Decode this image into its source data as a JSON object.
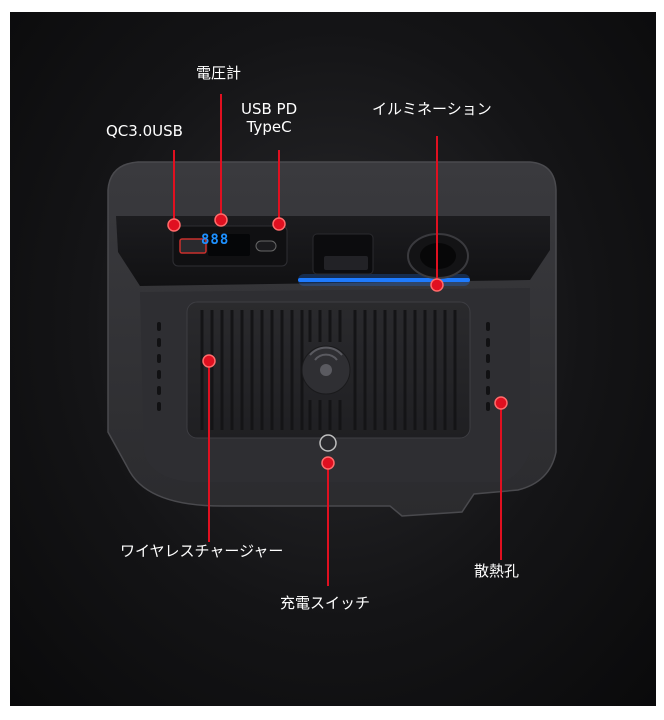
{
  "labels": {
    "voltmeter": "電圧計",
    "usb_pd_line1": "USB PD",
    "usb_pd_line2": "TypeC",
    "qc_usb": "QC3.0USB",
    "illumination": "イルミネーション",
    "wireless_charger": "ワイヤレスチャージャー",
    "vent": "散熱孔",
    "charge_switch": "充電スイッチ"
  },
  "display": {
    "voltage_digits": "888"
  },
  "colors": {
    "marker": "#e01020",
    "accent_glow": "#1e7bff",
    "display": "#1e90ff",
    "background": "#141416"
  }
}
